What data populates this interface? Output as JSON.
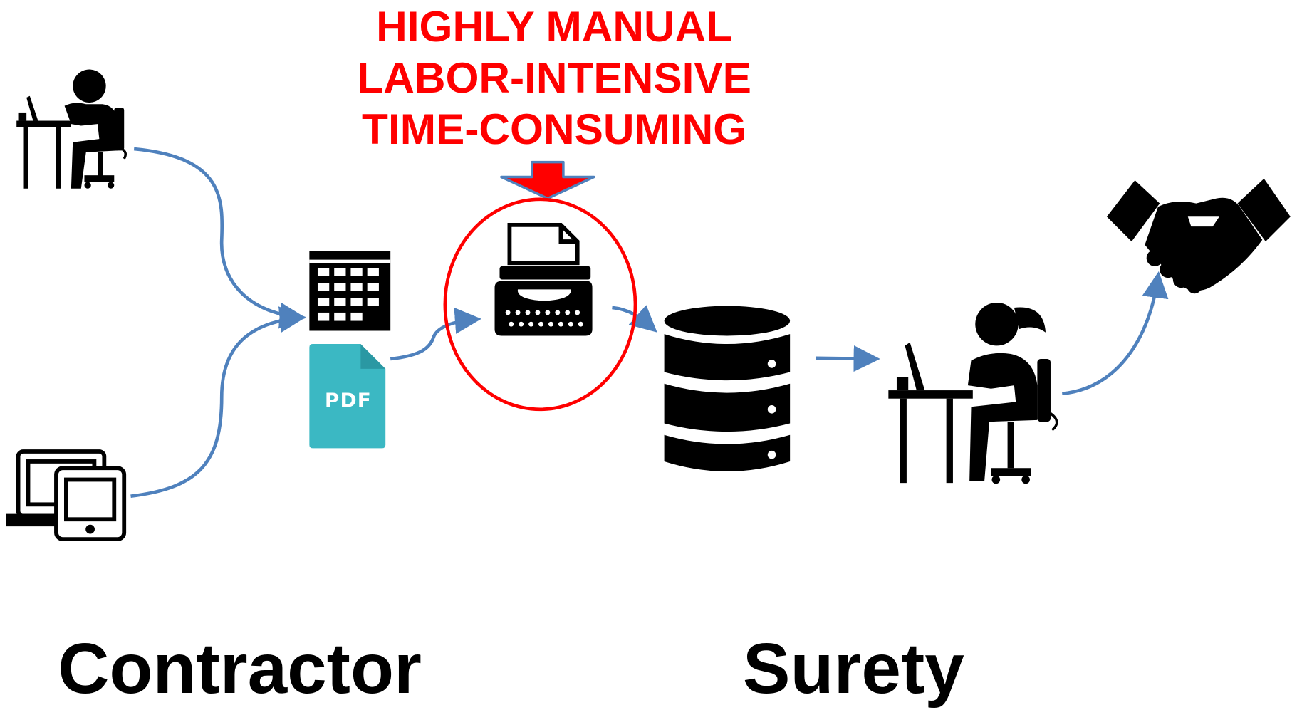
{
  "warning": {
    "lines": [
      "HIGHLY MANUAL",
      "LABOR-INTENSIVE",
      "TIME-CONSUMING"
    ],
    "color": "#ff0000"
  },
  "file_label": "PDF",
  "roles": {
    "left": "Contractor",
    "right": "Surety"
  },
  "colors": {
    "arrow": "#4f81bd",
    "highlight": "#ff0000",
    "pdf": "#3bb8c3",
    "pdf_fold": "#2a98a3",
    "pdf_text": "#ffffff",
    "icon": "#000000"
  },
  "icons": [
    "contractor-person-at-desk-icon",
    "laptop-tablet-devices-icon",
    "spreadsheet-icon",
    "pdf-file-icon",
    "typewriter-icon",
    "database-icon",
    "surety-person-at-desk-icon",
    "handshake-icon"
  ]
}
